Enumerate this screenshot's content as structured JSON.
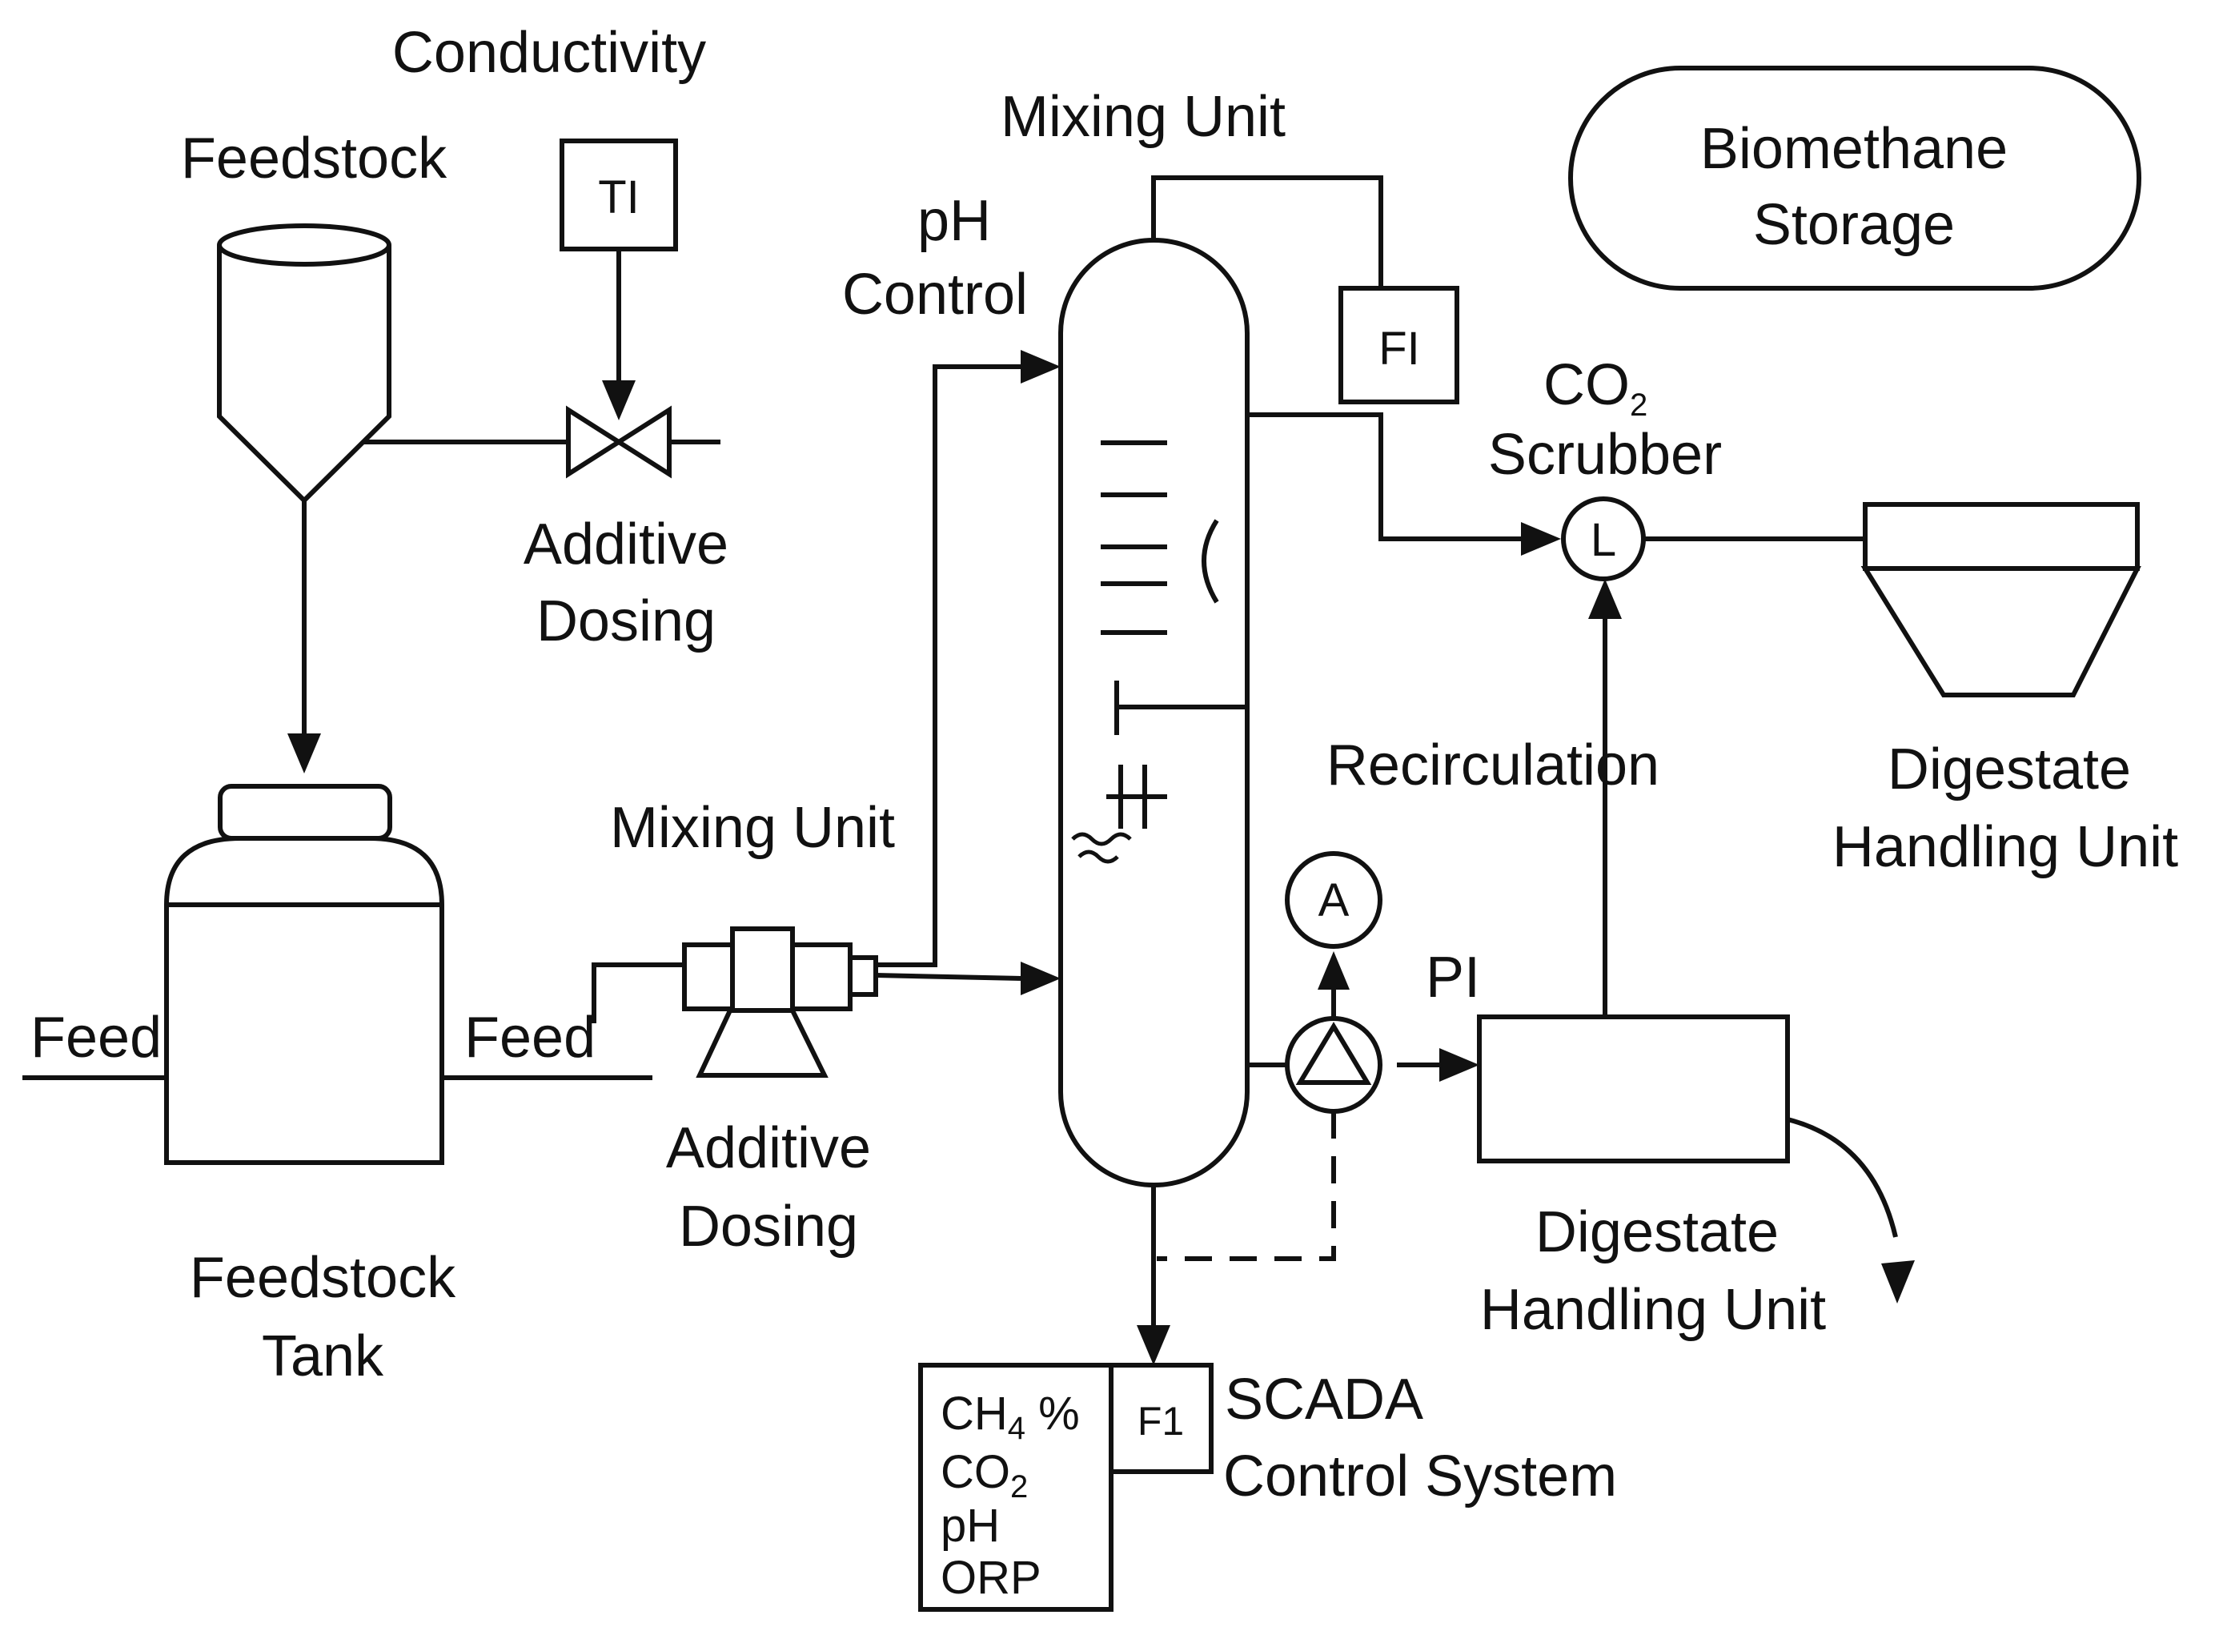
{
  "labels": {
    "conductivity": "Conductivity",
    "feedstock": "Feedstock",
    "ti": "TI",
    "additive_dosing_top_1": "Additive",
    "additive_dosing_top_2": "Dosing",
    "mixing_unit_top": "Mixing Unit",
    "ph_control_1": "pH",
    "ph_control_2": "Control",
    "fi": "FI",
    "biomethane_storage_1": "Biomethane",
    "biomethane_storage_2": "Storage",
    "co2_scrubber_1": "CO",
    "co2_scrubber_1_sub": "2",
    "co2_scrubber_2": "Scrubber",
    "level_symbol": "L",
    "digestate_right_1": "Digestate",
    "digestate_right_2": "Handling Unit",
    "recirculation": "Recirculation",
    "mixing_unit_left": "Mixing Unit",
    "feed_left": "Feed",
    "feed_right": "Feed",
    "analyzer_symbol": "A",
    "pi": "PI",
    "additive_dosing_bottom_1": "Additive",
    "additive_dosing_bottom_2": "Dosing",
    "feedstock_tank_1": "Feedstock",
    "feedstock_tank_2": "Tank",
    "digestate_bottom_1": "Digestate",
    "digestate_bottom_2": "Handling Unit",
    "scada_1": "SCADA",
    "scada_2": "Control System",
    "f1": "F1"
  },
  "analyzer_list": [
    {
      "text": "CH",
      "sub": "4",
      "suffix": " %"
    },
    {
      "text": "CO",
      "sub": "2",
      "suffix": ""
    },
    {
      "text": "pH",
      "sub": "",
      "suffix": ""
    },
    {
      "text": "ORP",
      "sub": "",
      "suffix": ""
    }
  ],
  "colors": {
    "line": "#111111",
    "background": "#ffffff"
  }
}
